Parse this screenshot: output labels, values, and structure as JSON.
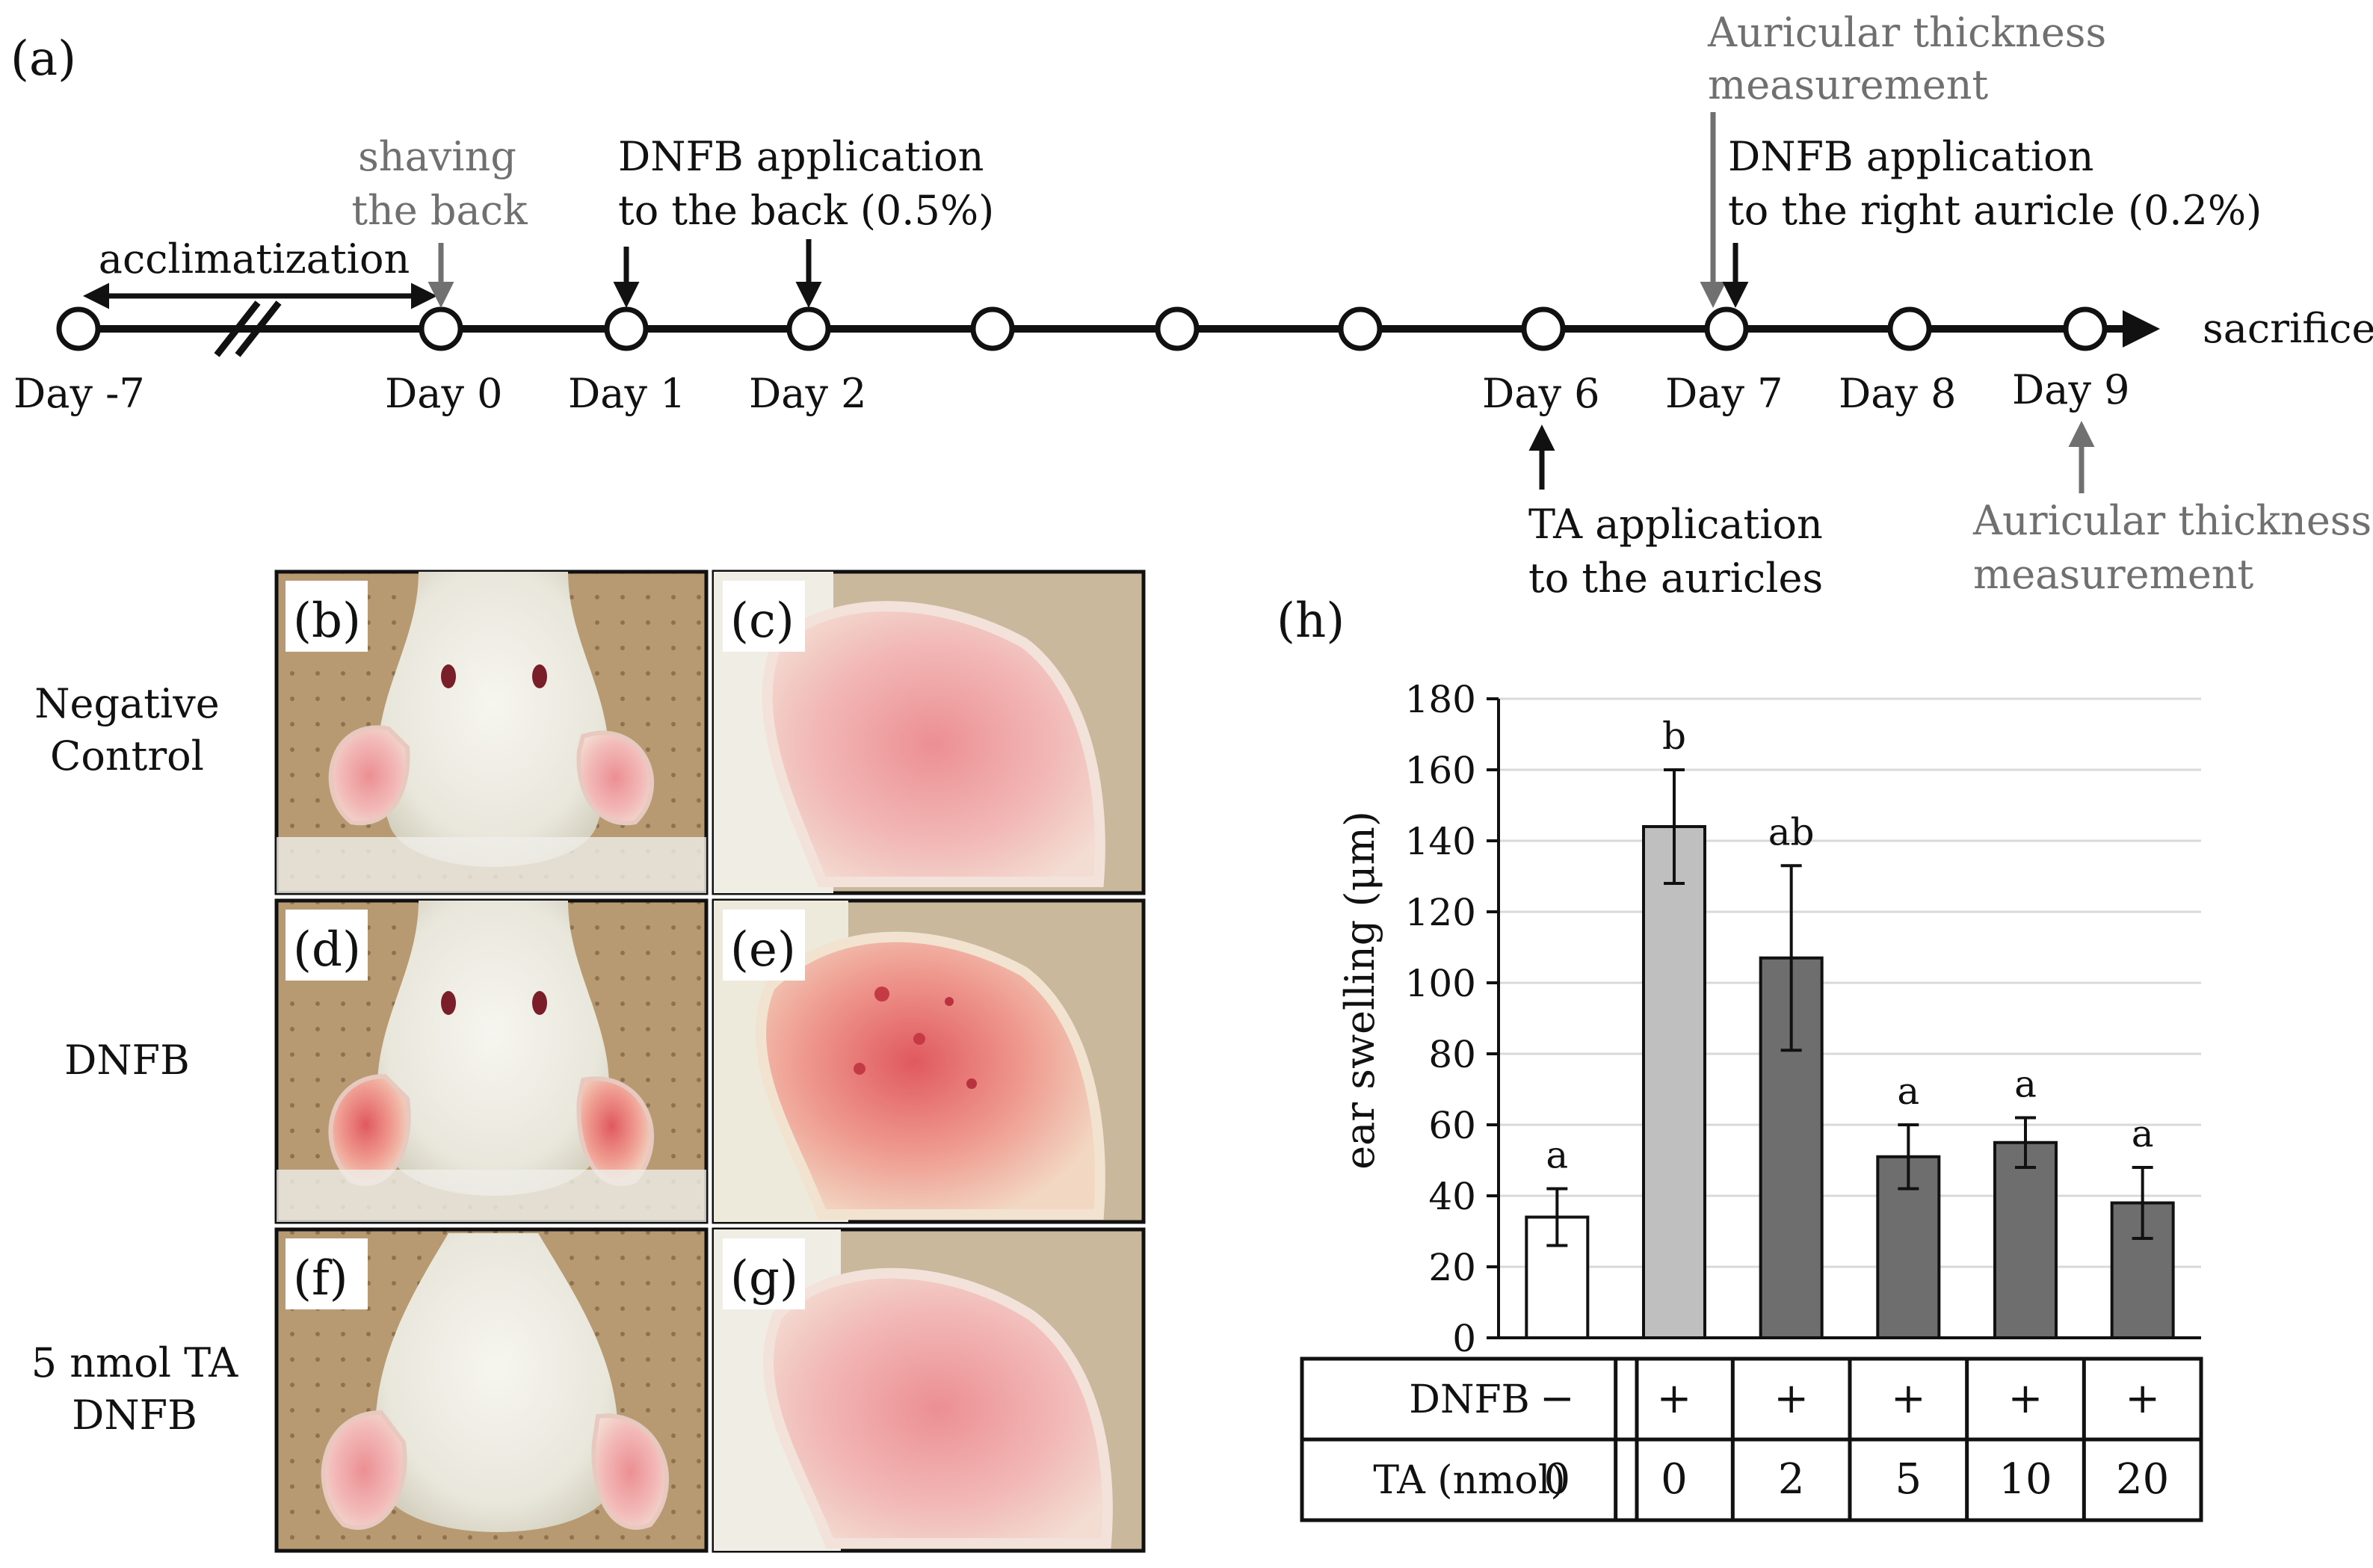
{
  "figure": {
    "panel_labels": {
      "a": "(a)",
      "b": "(b)",
      "c": "(c)",
      "d": "(d)",
      "e": "(e)",
      "f": "(f)",
      "g": "(g)",
      "h": "(h)"
    },
    "timeline": {
      "days": [
        "Day -7",
        "Day 0",
        "Day 1",
        "Day 2",
        "Day 6",
        "Day 7",
        "Day 8",
        "Day 9"
      ],
      "end_label": "sacrifice",
      "acclimatization": "acclimatization",
      "shaving": [
        "shaving",
        "the back"
      ],
      "dnfb_back": [
        "DNFB application",
        "to the back (0.5%)"
      ],
      "thickness_top": [
        "Auricular thickness",
        "measurement"
      ],
      "dnfb_ear": [
        "DNFB application",
        "to the right auricle (0.2%)"
      ],
      "ta_app": [
        "TA application",
        "to the auricles"
      ],
      "thickness_bottom": [
        "Auricular thickness",
        "measurement"
      ]
    },
    "row_labels": {
      "neg": [
        "Negative",
        "Control"
      ],
      "dnfb": [
        "DNFB"
      ],
      "ta": [
        "5 nmol TA",
        "DNFB"
      ]
    },
    "colors": {
      "gray_arrow": "#707070",
      "bar_white": "#ffffff",
      "bar_light": "#bfbfbf",
      "bar_dark": "#6e6e6e"
    }
  },
  "chart_data": {
    "type": "bar",
    "ylabel": "ear swelling (μm)",
    "ylim": [
      0,
      180
    ],
    "yticks": [
      0,
      20,
      40,
      60,
      80,
      100,
      120,
      140,
      160,
      180
    ],
    "grid": true,
    "values": [
      34,
      144,
      107,
      51,
      55,
      38
    ],
    "errors": [
      8,
      16,
      26,
      9,
      7,
      10
    ],
    "letters": [
      "a",
      "b",
      "ab",
      "a",
      "a",
      "a"
    ],
    "bar_colors": [
      "#ffffff",
      "#bfbfbf",
      "#6e6e6e",
      "#6e6e6e",
      "#6e6e6e",
      "#6e6e6e"
    ],
    "table": {
      "rows": [
        {
          "label": "DNFB",
          "values": [
            "−",
            "+",
            "+",
            "+",
            "+",
            "+"
          ]
        },
        {
          "label": "TA (nmol)",
          "values": [
            "0",
            "0",
            "2",
            "5",
            "10",
            "20"
          ]
        }
      ]
    }
  }
}
